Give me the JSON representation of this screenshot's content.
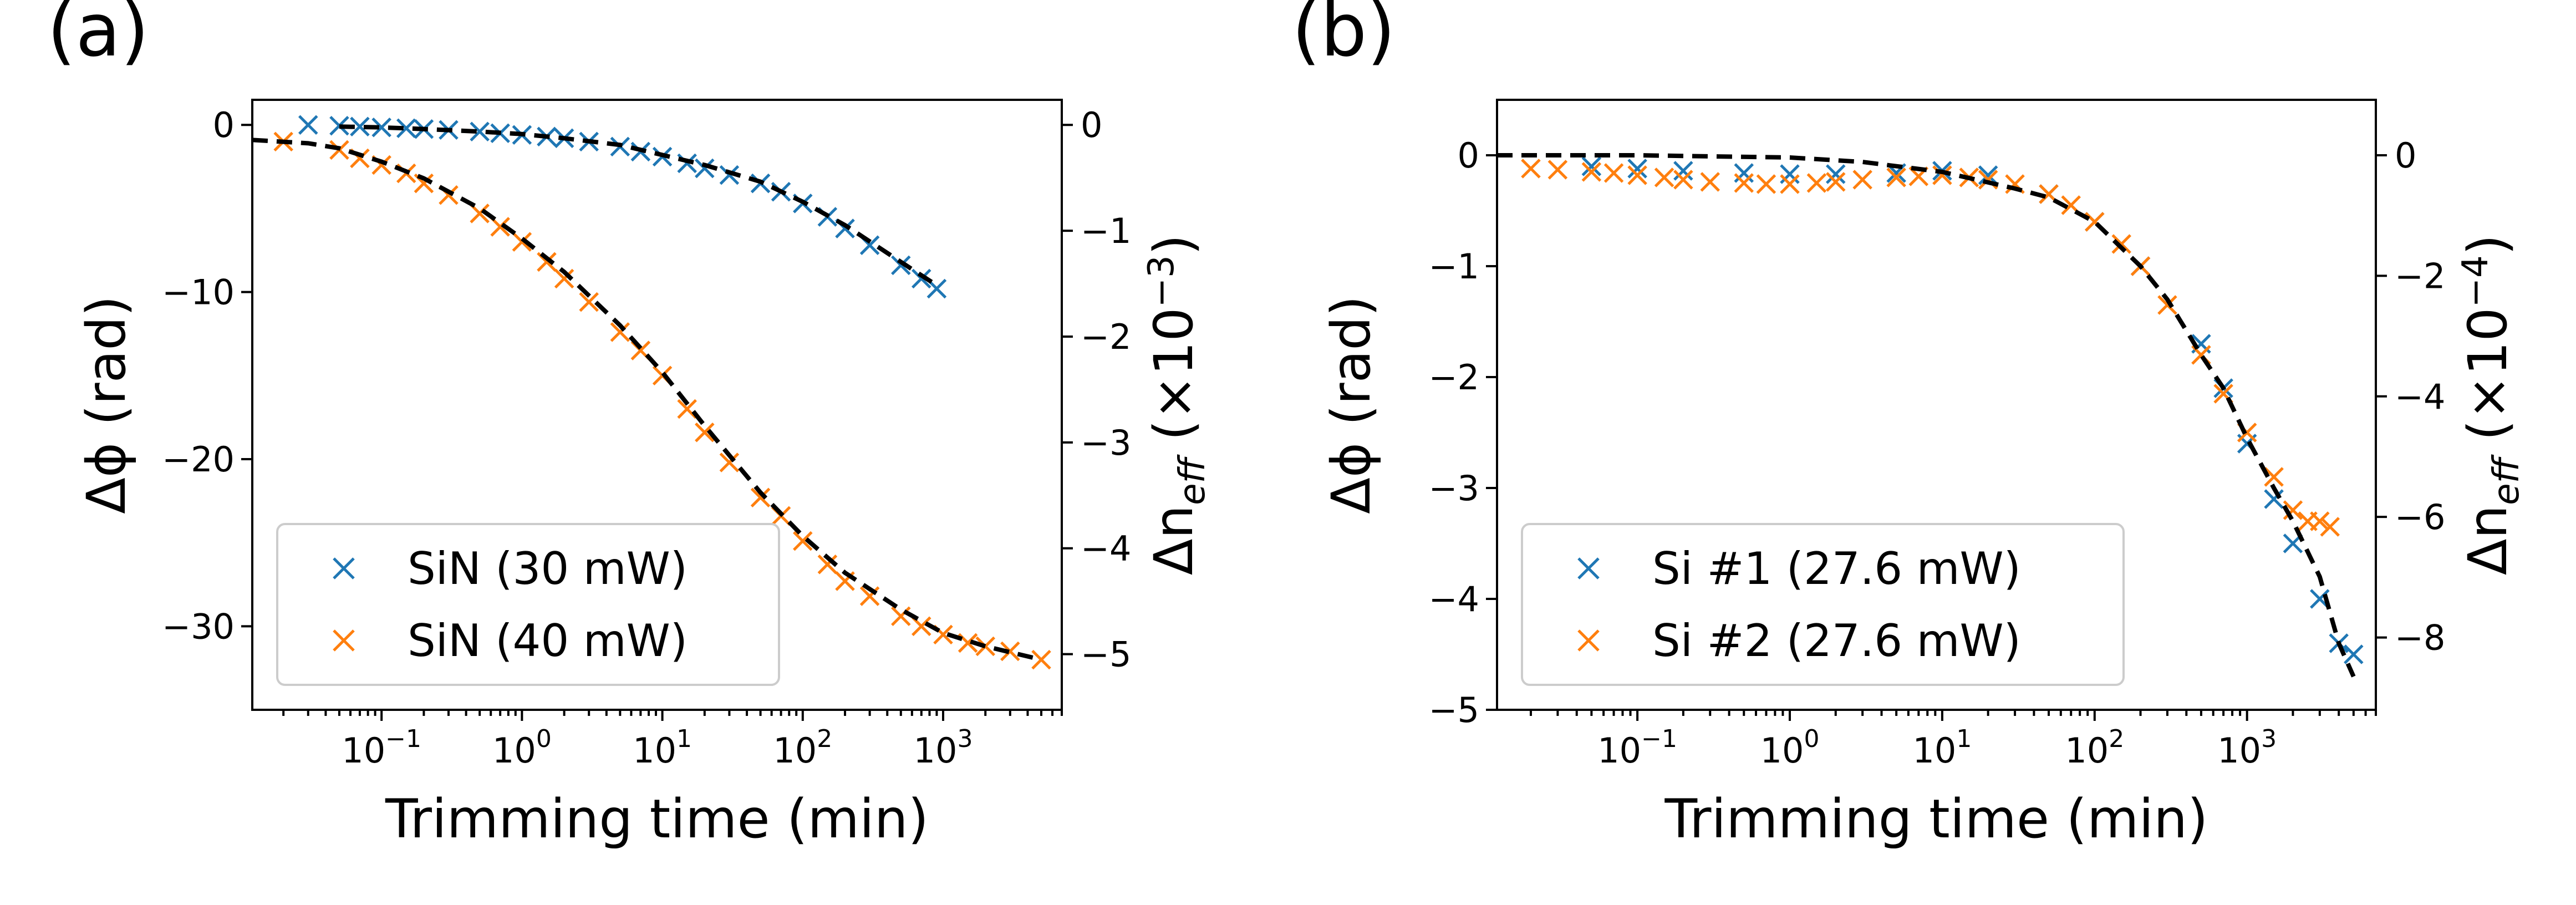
{
  "colors": {
    "blue": "#1f77b4",
    "orange": "#ff7f0e",
    "fit": "#000000"
  },
  "chart_data": [
    {
      "type": "scatter",
      "panel_label": "(a)",
      "xlabel": "Trimming time (min)",
      "ylabel": "Δϕ (rad)",
      "ylabel_right": "Δn_eff (×10^-3)",
      "xscale": "log",
      "xlim": [
        0.012,
        7000
      ],
      "ylim": [
        -35,
        1.5
      ],
      "ylim_right": [
        -5.526,
        0.237
      ],
      "x_ticks": [
        {
          "value": 0.1,
          "base": "10",
          "exp": "−1"
        },
        {
          "value": 1,
          "base": "10",
          "exp": "0"
        },
        {
          "value": 10,
          "base": "10",
          "exp": "1"
        },
        {
          "value": 100,
          "base": "10",
          "exp": "2"
        },
        {
          "value": 1000,
          "base": "10",
          "exp": "3"
        }
      ],
      "y_ticks": [
        0,
        -10,
        -20,
        -30
      ],
      "y_tick_labels": [
        "0",
        "−10",
        "−20",
        "−30"
      ],
      "y_right_ticks": [
        0,
        -1,
        -2,
        -3,
        -4,
        -5
      ],
      "y_right_tick_labels": [
        "0",
        "−1",
        "−2",
        "−3",
        "−4",
        "−5"
      ],
      "legend_position": "lower-left",
      "grid": false,
      "series": [
        {
          "name": "SiN (30 mW)",
          "color": "#1f77b4",
          "marker": "x",
          "x": [
            0.03,
            0.05,
            0.07,
            0.1,
            0.15,
            0.2,
            0.3,
            0.5,
            0.7,
            1,
            1.5,
            2,
            3,
            5,
            7,
            10,
            15,
            20,
            30,
            50,
            70,
            100,
            150,
            200,
            300,
            500,
            700,
            900
          ],
          "y": [
            0,
            -0.05,
            -0.1,
            -0.15,
            -0.2,
            -0.25,
            -0.3,
            -0.4,
            -0.5,
            -0.6,
            -0.7,
            -0.8,
            -1.0,
            -1.3,
            -1.6,
            -1.9,
            -2.3,
            -2.6,
            -3.0,
            -3.5,
            -4.0,
            -4.7,
            -5.5,
            -6.2,
            -7.2,
            -8.4,
            -9.2,
            -9.8
          ]
        },
        {
          "name": "SiN (40 mW)",
          "color": "#ff7f0e",
          "marker": "x",
          "x": [
            0.02,
            0.05,
            0.07,
            0.1,
            0.15,
            0.2,
            0.3,
            0.5,
            0.7,
            1,
            1.5,
            2,
            3,
            5,
            7,
            10,
            15,
            20,
            30,
            50,
            70,
            100,
            150,
            200,
            300,
            500,
            700,
            1000,
            1500,
            2000,
            3000,
            5000
          ],
          "y": [
            -1,
            -1.5,
            -2,
            -2.4,
            -2.9,
            -3.5,
            -4.2,
            -5.3,
            -6.1,
            -7.0,
            -8.2,
            -9.2,
            -10.6,
            -12.4,
            -13.5,
            -15.0,
            -17.0,
            -18.4,
            -20.2,
            -22.3,
            -23.4,
            -24.9,
            -26.3,
            -27.3,
            -28.2,
            -29.4,
            -30.0,
            -30.5,
            -31.0,
            -31.2,
            -31.5,
            -32.0
          ]
        }
      ],
      "fits": [
        {
          "x": [
            0.05,
            0.1,
            0.2,
            0.5,
            1,
            2,
            5,
            10,
            20,
            50,
            100,
            200,
            500,
            900
          ],
          "y": [
            -0.1,
            -0.15,
            -0.25,
            -0.4,
            -0.55,
            -0.8,
            -1.2,
            -1.8,
            -2.4,
            -3.4,
            -4.6,
            -6.0,
            -8.2,
            -9.6
          ]
        },
        {
          "x": [
            0.012,
            0.03,
            0.05,
            0.1,
            0.2,
            0.5,
            1,
            2,
            5,
            10,
            20,
            50,
            100,
            200,
            500,
            1000,
            2000,
            5000
          ],
          "y": [
            -0.9,
            -1.1,
            -1.4,
            -2.2,
            -3.2,
            -5.0,
            -6.8,
            -8.8,
            -12.0,
            -14.8,
            -18.0,
            -22.0,
            -24.6,
            -26.8,
            -29.0,
            -30.4,
            -31.2,
            -32.0
          ]
        }
      ]
    },
    {
      "type": "scatter",
      "panel_label": "(b)",
      "xlabel": "Trimming time (min)",
      "ylabel": "Δϕ (rad)",
      "ylabel_right": "Δn_eff (×10^-4)",
      "xscale": "log",
      "xlim": [
        0.012,
        7000
      ],
      "ylim": [
        -5,
        0.5
      ],
      "ylim_right": [
        -9.2,
        0.92
      ],
      "x_ticks": [
        {
          "value": 0.1,
          "base": "10",
          "exp": "−1"
        },
        {
          "value": 1,
          "base": "10",
          "exp": "0"
        },
        {
          "value": 10,
          "base": "10",
          "exp": "1"
        },
        {
          "value": 100,
          "base": "10",
          "exp": "2"
        },
        {
          "value": 1000,
          "base": "10",
          "exp": "3"
        }
      ],
      "y_ticks": [
        0,
        -1,
        -2,
        -3,
        -4,
        -5
      ],
      "y_tick_labels": [
        "0",
        "−1",
        "−2",
        "−3",
        "−4",
        "−5"
      ],
      "y_right_ticks": [
        0,
        -2,
        -4,
        -6,
        -8
      ],
      "y_right_tick_labels": [
        "0",
        "−2",
        "−4",
        "−6",
        "−8"
      ],
      "legend_position": "lower-left",
      "grid": false,
      "series": [
        {
          "name": "Si #1 (27.6 mW)",
          "color": "#1f77b4",
          "marker": "x",
          "x": [
            0.05,
            0.1,
            0.2,
            0.5,
            1,
            2,
            5,
            10,
            20,
            50,
            100,
            200,
            500,
            700,
            1000,
            1500,
            2000,
            3000,
            4000,
            5000
          ],
          "y": [
            -0.1,
            -0.12,
            -0.14,
            -0.16,
            -0.17,
            -0.17,
            -0.16,
            -0.14,
            -0.18,
            -0.35,
            -0.6,
            -1.0,
            -1.7,
            -2.1,
            -2.6,
            -3.1,
            -3.5,
            -4.0,
            -4.4,
            -4.5
          ]
        },
        {
          "name": "Si #2 (27.6 mW)",
          "color": "#ff7f0e",
          "marker": "x",
          "x": [
            0.02,
            0.03,
            0.05,
            0.07,
            0.1,
            0.15,
            0.2,
            0.3,
            0.5,
            0.7,
            1,
            1.5,
            2,
            3,
            5,
            7,
            10,
            15,
            20,
            30,
            50,
            70,
            100,
            150,
            200,
            300,
            500,
            700,
            1000,
            1500,
            2000,
            2500,
            3000,
            3500
          ],
          "y": [
            -0.12,
            -0.13,
            -0.15,
            -0.16,
            -0.18,
            -0.2,
            -0.22,
            -0.24,
            -0.25,
            -0.26,
            -0.26,
            -0.25,
            -0.24,
            -0.22,
            -0.2,
            -0.19,
            -0.18,
            -0.2,
            -0.22,
            -0.26,
            -0.35,
            -0.45,
            -0.6,
            -0.8,
            -1.0,
            -1.35,
            -1.8,
            -2.15,
            -2.5,
            -2.9,
            -3.2,
            -3.3,
            -3.3,
            -3.35
          ]
        }
      ],
      "fits": [
        {
          "x": [
            0.012,
            0.1,
            1,
            3,
            10,
            30,
            50,
            100,
            200,
            300,
            500,
            700,
            1000,
            1500,
            2000,
            3000,
            4000,
            5000
          ],
          "y": [
            0,
            0,
            -0.02,
            -0.06,
            -0.15,
            -0.3,
            -0.38,
            -0.6,
            -1.0,
            -1.3,
            -1.8,
            -2.1,
            -2.55,
            -3.0,
            -3.3,
            -3.8,
            -4.4,
            -4.7
          ]
        }
      ]
    }
  ]
}
